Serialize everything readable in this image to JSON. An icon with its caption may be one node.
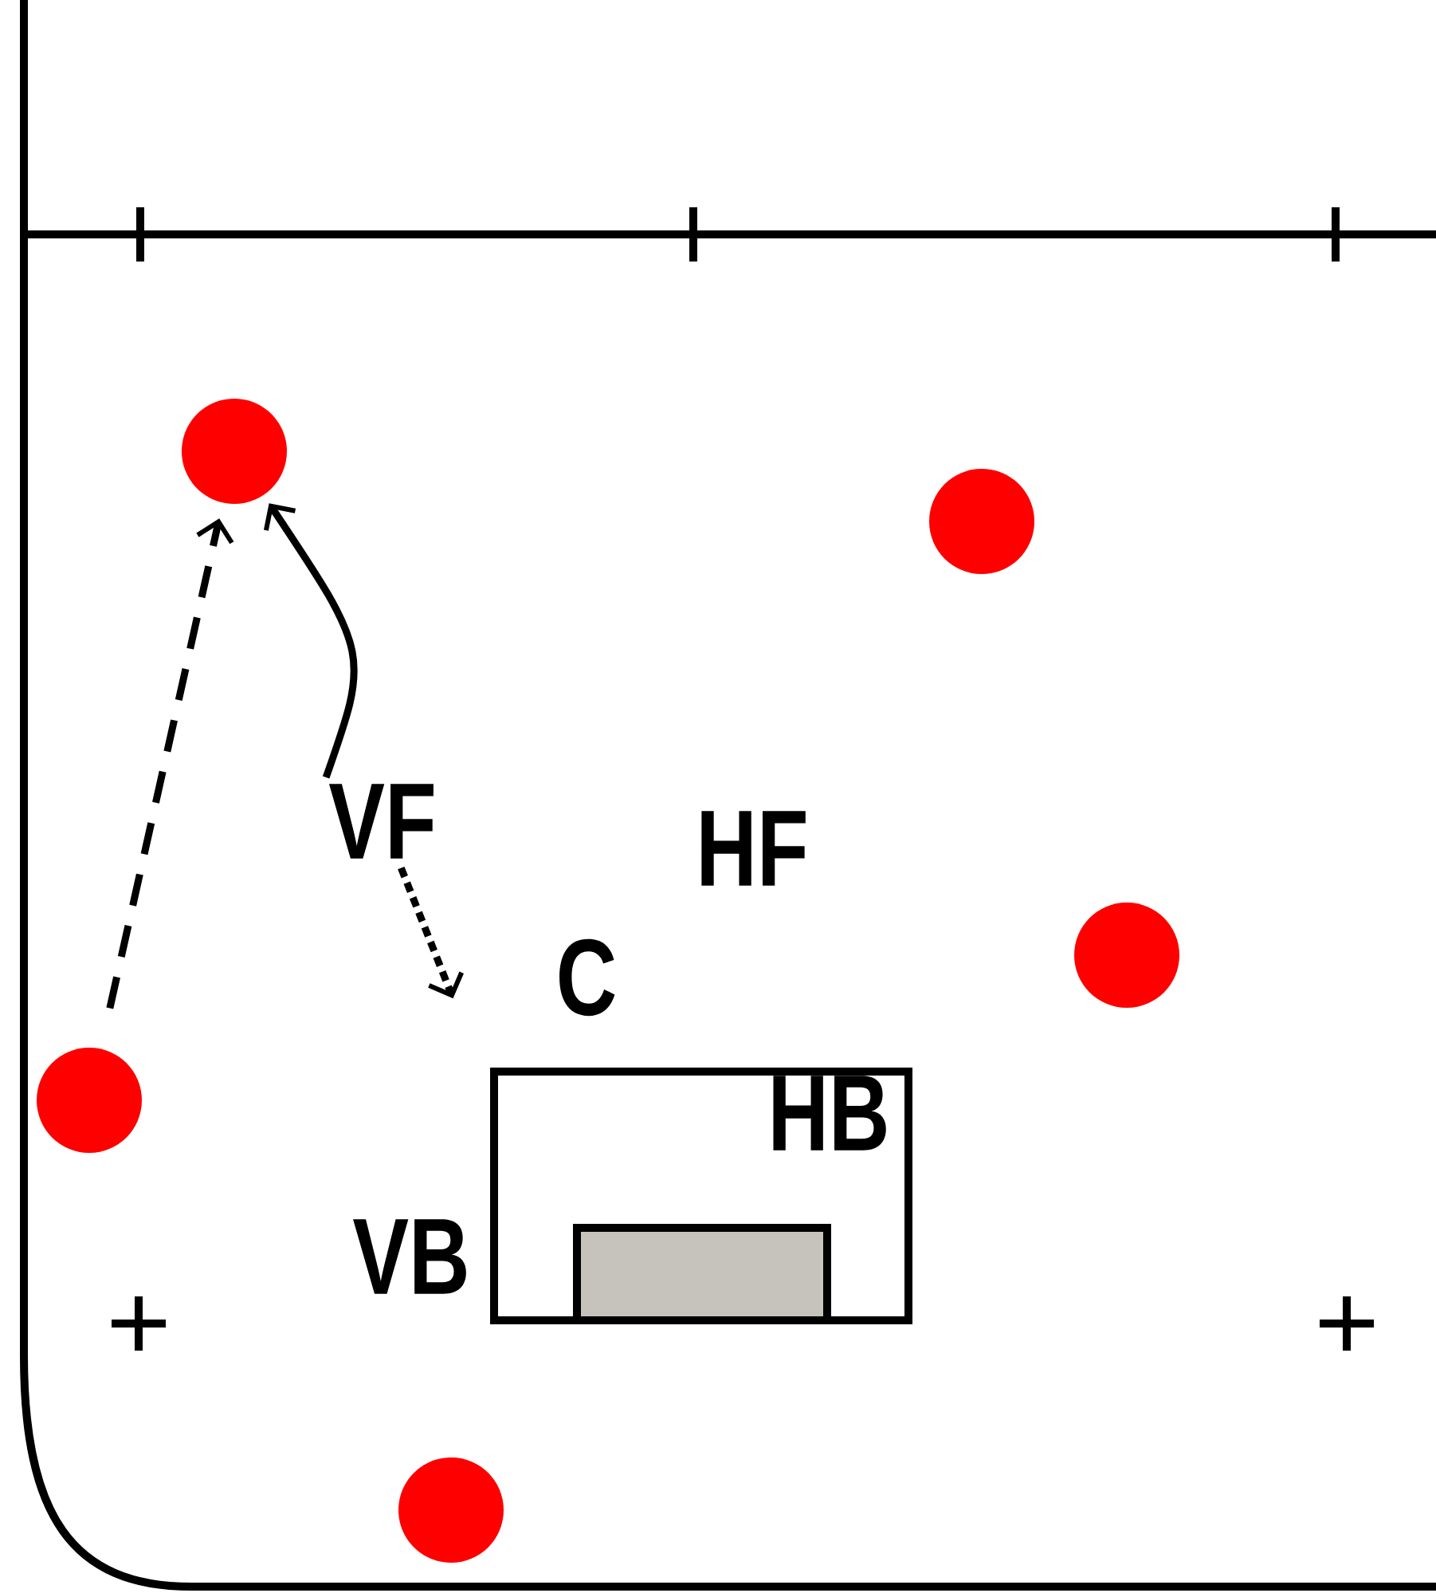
{
  "diagram": {
    "nodes": [
      {
        "text": [],
        "shape": "circle"
      },
      {
        "text": [],
        "shape": "circle"
      },
      {
        "text": [
          "VF"
        ]
      },
      {
        "text": [
          "HF"
        ]
      },
      {
        "text": [],
        "shape": "circle"
      },
      {
        "text": [
          "C"
        ]
      },
      {
        "text": [],
        "shape": "circle"
      },
      {
        "text": [
          "HB"
        ]
      },
      {
        "text": [],
        "shape": "box",
        "in": 7
      },
      {
        "text": [],
        "shape": "circle"
      }
    ],
    "edges": [
      {
        "from": 6,
        "to": 0,
        "arrow": "to",
        "style": "dashed"
      },
      {
        "from": 2,
        "to": 0,
        "arrow": "to"
      },
      {
        "from": 2,
        "to": null,
        "arrow": "to",
        "style": "dashed"
      }
    ],
    "labels": [
      "VB"
    ]
  }
}
